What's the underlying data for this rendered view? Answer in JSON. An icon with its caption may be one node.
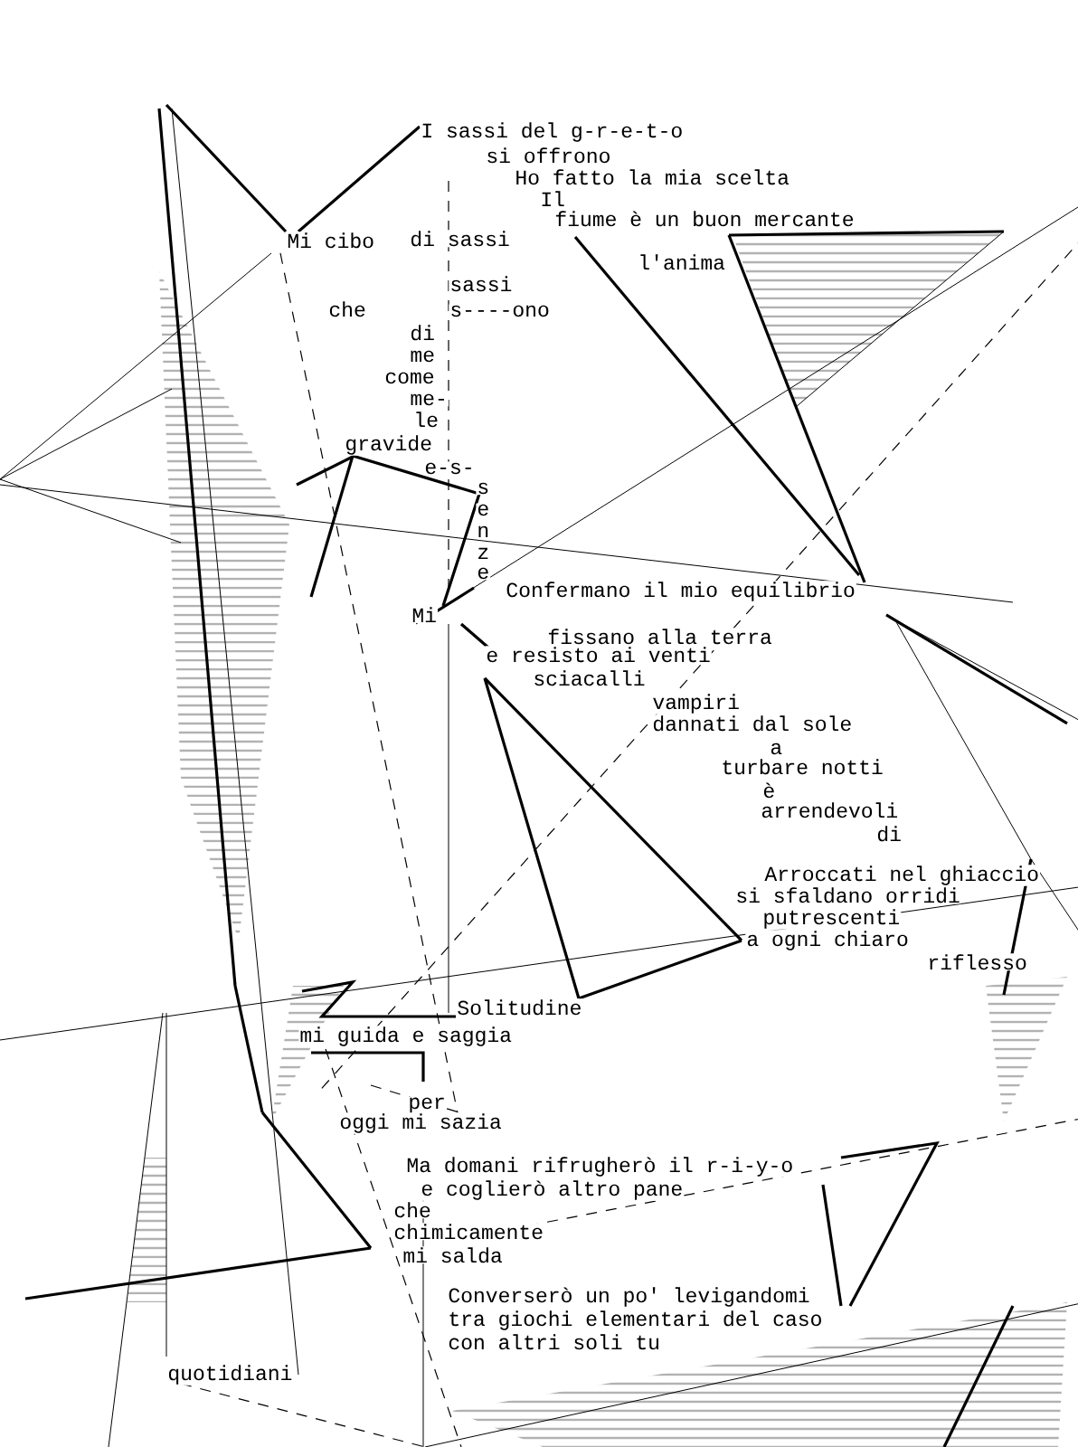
{
  "diagram": {
    "labels": [
      "I sassi del g-r-e-t-o",
      "si offrono",
      "Ho fatto la mia scelta",
      "Il",
      "fiume è un buon mercante",
      "Mi cibo",
      "di sassi",
      "l'anima",
      "sassi",
      "che",
      "s----ono",
      "di",
      "me",
      "come",
      "me-",
      "le",
      "gravide",
      "e-s-",
      "s",
      "e",
      "n",
      "z",
      "e",
      "Confermano il mio equilibrio",
      "Mi",
      "fissano alla terra",
      "e resisto ai venti",
      "sciacalli",
      "vampiri",
      "dannati dal sole",
      "a",
      "turbare notti",
      "è",
      "arrendevoli",
      "di",
      "Arroccati nel ghiaccio",
      "si sfaldano orridi",
      "putrescenti",
      "a ogni chiaro",
      "riflesso",
      "Solitudine",
      "mi guida e saggia",
      "per",
      "oggi mi sazia",
      "Ma domani rifrugherò il r-i-y-o",
      "e coglierò altro pane",
      "che",
      "chimicamente",
      "mi salda",
      "Converserò un po' levigandomi",
      "tra giochi elementari del caso",
      "con altri soli tu",
      "quotidiani"
    ]
  }
}
